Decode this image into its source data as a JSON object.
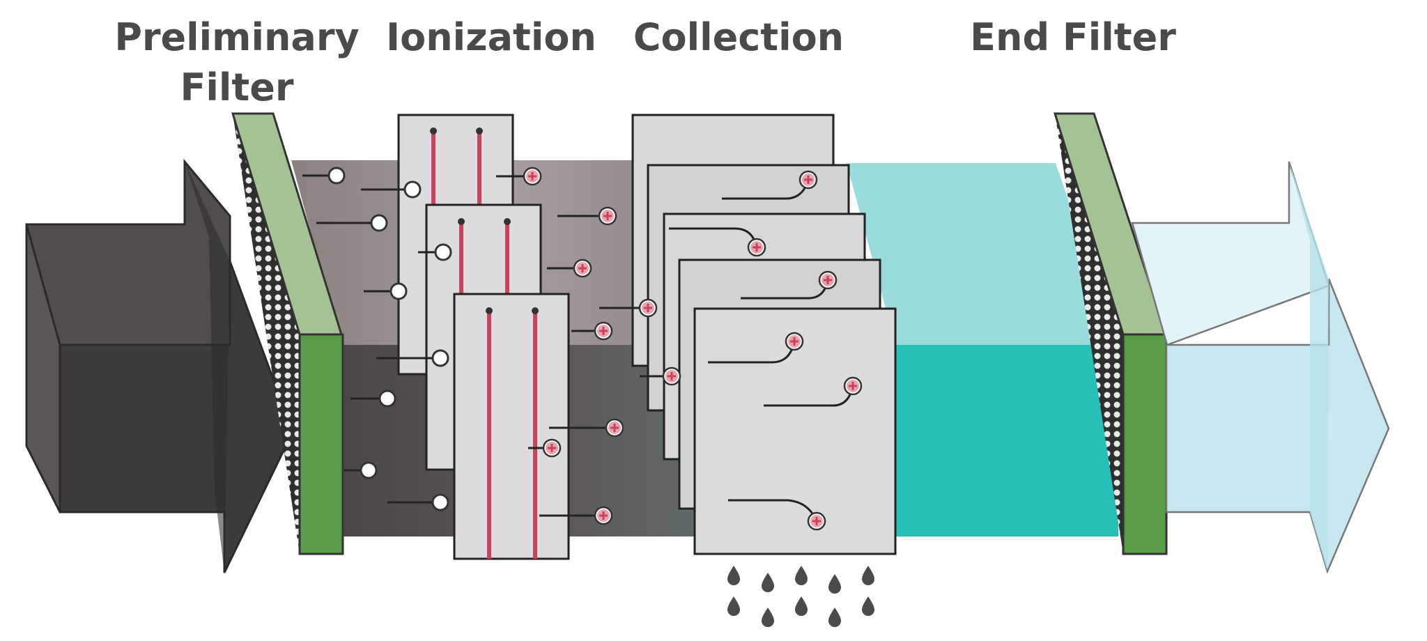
{
  "stages": [
    {
      "id": "preliminary",
      "label_line1": "Preliminary",
      "label_line2": "Filter"
    },
    {
      "id": "ionization",
      "label_line1": "Ionization"
    },
    {
      "id": "collection",
      "label_line1": "Collection"
    },
    {
      "id": "end",
      "label_line1": "End Filter"
    }
  ],
  "colors": {
    "inlet_dark": "#3d3a3a",
    "inlet_side": "#514d4c",
    "filter_face": "#579b49",
    "filter_top": "#a5c294",
    "duct_top": "#8f8685",
    "duct_body": "#4d4847",
    "plate": "#dcdcde",
    "electrode": "#c9435a",
    "clean_top": "#9adbdb",
    "clean_body": "#26c0b8",
    "outlet": "#c7e8ee",
    "outlet_top": "#e3f4f8",
    "label": "#4a4a4a"
  },
  "icons": [
    "neutral-particle-icon",
    "charged-particle-icon",
    "droplet-icon"
  ]
}
